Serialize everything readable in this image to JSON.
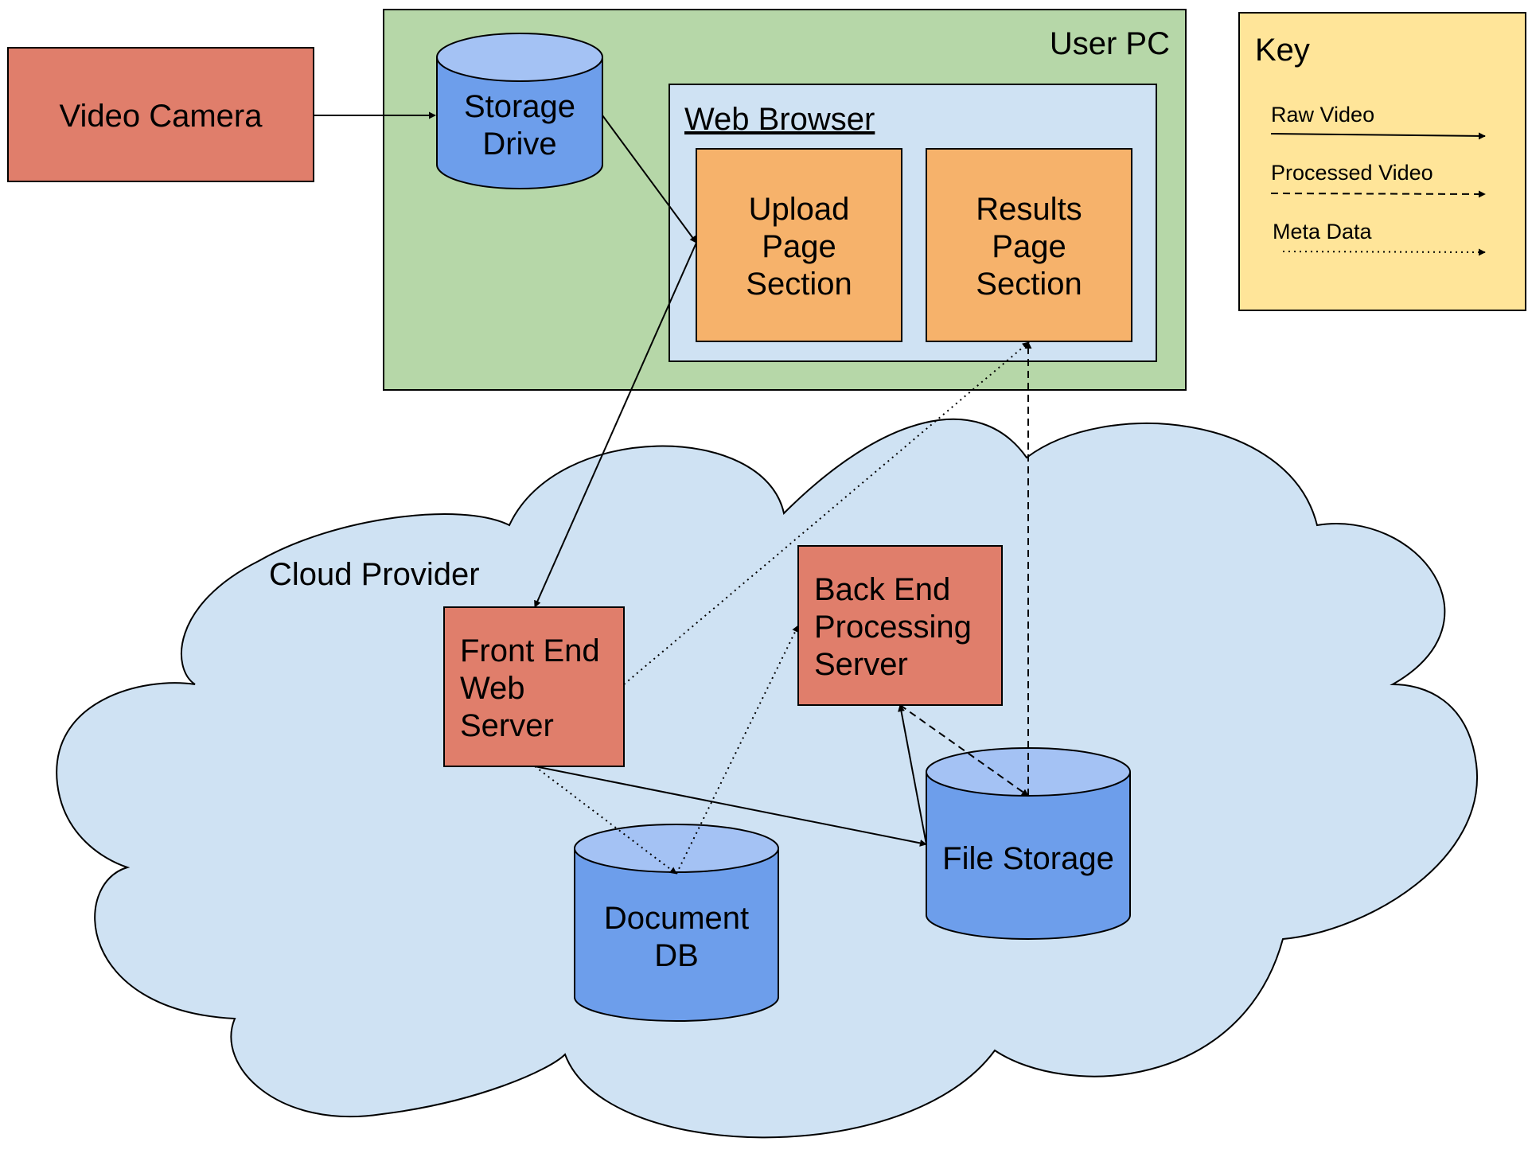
{
  "nodes": {
    "video_camera": {
      "label": [
        "Video Camera"
      ],
      "color": "#e07e6b"
    },
    "user_pc": {
      "label": "User PC",
      "color": "#b6d7a8"
    },
    "storage_drive": {
      "label": [
        "Storage",
        "Drive"
      ],
      "color": "#6d9eeb"
    },
    "web_browser": {
      "label": "Web Browser",
      "color": "#cfe2f3"
    },
    "upload_page": {
      "label": [
        "Upload",
        "Page",
        "Section"
      ],
      "color": "#f6b26b"
    },
    "results_page": {
      "label": [
        "Results",
        "Page",
        "Section"
      ],
      "color": "#f6b26b"
    },
    "cloud_provider": {
      "label": "Cloud Provider",
      "color": "#cfe2f3"
    },
    "front_end": {
      "label": [
        "Front End",
        "Web",
        "Server"
      ],
      "color": "#e07e6b"
    },
    "back_end": {
      "label": [
        "Back End",
        "Processing",
        "Server"
      ],
      "color": "#e07e6b"
    },
    "document_db": {
      "label": [
        "Document",
        "DB"
      ],
      "color": "#6d9eeb"
    },
    "file_storage": {
      "label": [
        "File Storage"
      ],
      "color": "#6d9eeb"
    }
  },
  "key": {
    "title": "Key",
    "color": "#ffe599",
    "items": [
      {
        "label": "Raw Video",
        "style": "solid"
      },
      {
        "label": "Processed Video",
        "style": "dashed"
      },
      {
        "label": "Meta Data",
        "style": "dotted"
      }
    ]
  },
  "edges": [
    {
      "from": "video_camera",
      "to": "storage_drive",
      "style": "solid"
    },
    {
      "from": "storage_drive",
      "to": "upload_page",
      "style": "solid"
    },
    {
      "from": "upload_page",
      "to": "front_end",
      "style": "solid"
    },
    {
      "from": "front_end",
      "to": "results_page",
      "style": "dotted"
    },
    {
      "from": "front_end",
      "to": "document_db",
      "style": "dotted"
    },
    {
      "from": "front_end",
      "to": "file_storage",
      "style": "solid"
    },
    {
      "from": "document_db",
      "to": "back_end",
      "style": "dotted"
    },
    {
      "from": "file_storage",
      "to": "back_end",
      "style": "solid"
    },
    {
      "from": "back_end",
      "to": "file_storage",
      "style": "dashed"
    },
    {
      "from": "file_storage",
      "to": "results_page",
      "style": "dashed"
    }
  ]
}
